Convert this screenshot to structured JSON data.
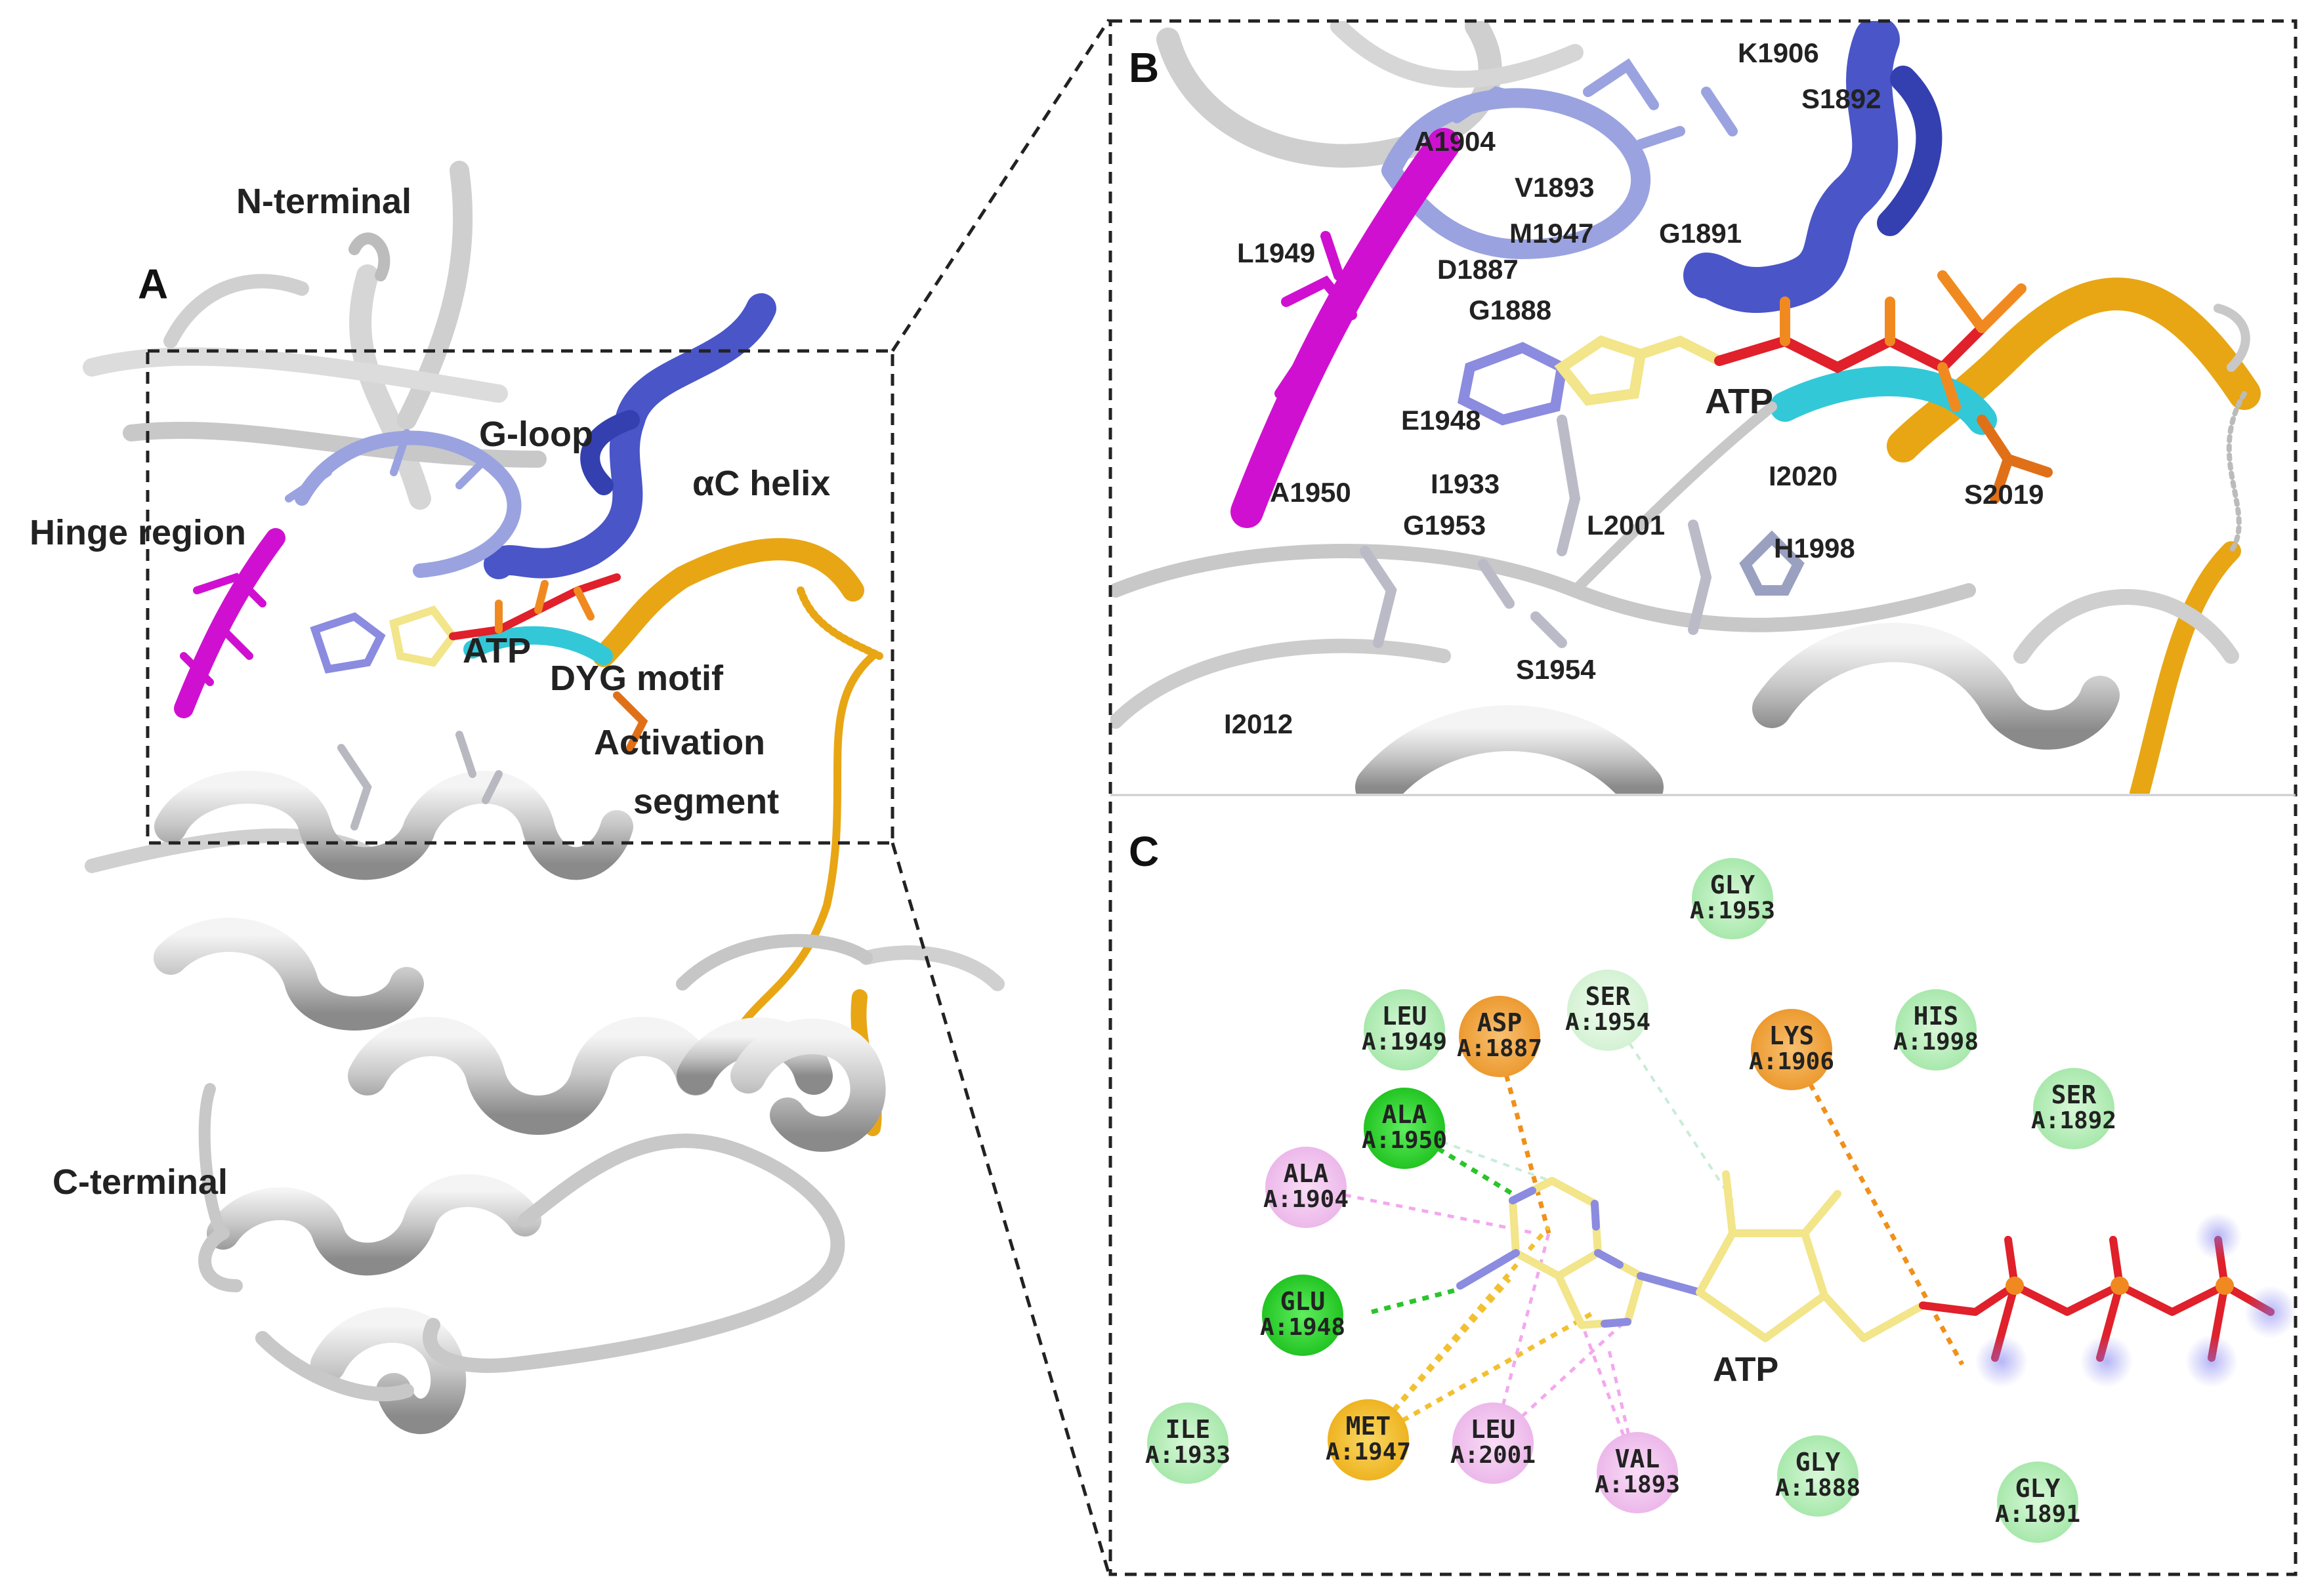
{
  "panels": {
    "a": {
      "letter": "A",
      "labels": {
        "n_terminal": "N-terminal",
        "c_terminal": "C-terminal",
        "g_loop": "G-loop",
        "ac_helix": "αC helix",
        "hinge_region": "Hinge region",
        "atp": "ATP",
        "dyg_motif": "DYG motif",
        "activation_1": "Activation",
        "activation_2": "segment"
      }
    },
    "b": {
      "letter": "B",
      "residues": {
        "k1906": "K1906",
        "s1892": "S1892",
        "a1904": "A1904",
        "v1893": "V1893",
        "l1949": "L1949",
        "m1947": "M1947",
        "g1891": "G1891",
        "d1887": "D1887",
        "g1888": "G1888",
        "atp": "ATP",
        "e1948": "E1948",
        "i2020": "I2020",
        "s2019": "S2019",
        "a1950": "A1950",
        "i1933": "I1933",
        "g1953": "G1953",
        "l2001": "L2001",
        "h1998": "H1998",
        "s1954": "S1954",
        "i2012": "I2012"
      }
    },
    "c": {
      "letter": "C",
      "ligand": "ATP",
      "residues": [
        {
          "id": "gly1953",
          "name": "GLY",
          "num": "A:1953",
          "type": "vdw"
        },
        {
          "id": "leu1949",
          "name": "LEU",
          "num": "A:1949",
          "type": "vdw"
        },
        {
          "id": "asp1887",
          "name": "ASP",
          "num": "A:1887",
          "type": "charge"
        },
        {
          "id": "ser1954",
          "name": "SER",
          "num": "A:1954",
          "type": "vdw-light"
        },
        {
          "id": "lys1906",
          "name": "LYS",
          "num": "A:1906",
          "type": "charge"
        },
        {
          "id": "his1998",
          "name": "HIS",
          "num": "A:1998",
          "type": "vdw"
        },
        {
          "id": "ala1950",
          "name": "ALA",
          "num": "A:1950",
          "type": "hbond"
        },
        {
          "id": "ser1892",
          "name": "SER",
          "num": "A:1892",
          "type": "vdw"
        },
        {
          "id": "ala1904",
          "name": "ALA",
          "num": "A:1904",
          "type": "alkyl"
        },
        {
          "id": "glu1948",
          "name": "GLU",
          "num": "A:1948",
          "type": "hbond"
        },
        {
          "id": "ile1933",
          "name": "ILE",
          "num": "A:1933",
          "type": "vdw"
        },
        {
          "id": "met1947",
          "name": "MET",
          "num": "A:1947",
          "type": "sulfur"
        },
        {
          "id": "leu2001",
          "name": "LEU",
          "num": "A:2001",
          "type": "alkyl"
        },
        {
          "id": "val1893",
          "name": "VAL",
          "num": "A:1893",
          "type": "alkyl"
        },
        {
          "id": "gly1888",
          "name": "GLY",
          "num": "A:1888",
          "type": "vdw"
        },
        {
          "id": "gly1891",
          "name": "GLY",
          "num": "A:1891",
          "type": "vdw"
        }
      ]
    }
  },
  "colors": {
    "vdw": "#bff0c0",
    "vdw_light": "#dff7de",
    "hbond": "#3ddc3d",
    "charge": "#f4a948",
    "alkyl": "#f3c8f0",
    "sulfur": "#f6c543",
    "ligand": "#f2e58a",
    "nitrogen": "#8b8be0",
    "oxygen": "#e0202a",
    "phosphorus": "#f08a20",
    "hinge": "#d010d0",
    "helix_blue": "#4a55c8",
    "gloop": "#9aa3e0",
    "activation_orange": "#e8a614",
    "cyan": "#33c8d8",
    "ribbon_gray": "#c8c8c8"
  }
}
